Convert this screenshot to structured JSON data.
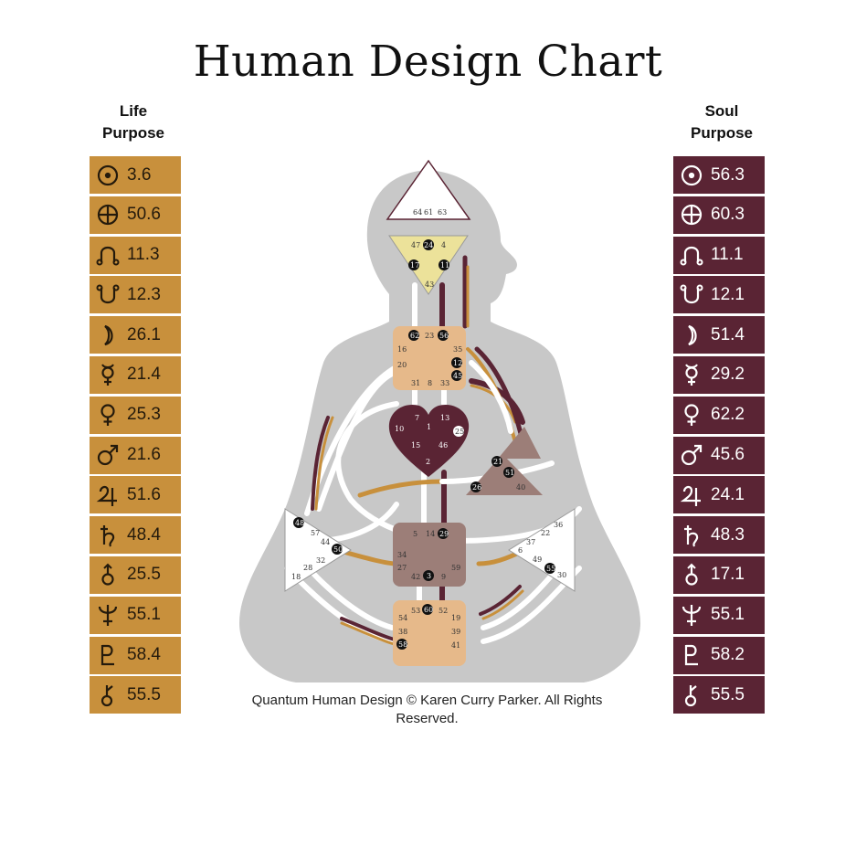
{
  "title": "Human Design Chart",
  "left_header": {
    "line1": "Life",
    "line2": "Purpose"
  },
  "right_header": {
    "line1": "Soul",
    "line2": "Purpose"
  },
  "life_purpose": [
    {
      "icon": "sun-icon",
      "value": "3.6"
    },
    {
      "icon": "earth-icon",
      "value": "50.6"
    },
    {
      "icon": "north-node-icon",
      "value": "11.3"
    },
    {
      "icon": "south-node-icon",
      "value": "12.3"
    },
    {
      "icon": "moon-icon",
      "value": "26.1"
    },
    {
      "icon": "mercury-icon",
      "value": "21.4"
    },
    {
      "icon": "venus-icon",
      "value": "25.3"
    },
    {
      "icon": "mars-icon",
      "value": "21.6"
    },
    {
      "icon": "jupiter-icon",
      "value": "51.6"
    },
    {
      "icon": "saturn-icon",
      "value": "48.4"
    },
    {
      "icon": "uranus-icon",
      "value": "25.5"
    },
    {
      "icon": "neptune-icon",
      "value": "55.1"
    },
    {
      "icon": "pluto-icon",
      "value": "58.4"
    },
    {
      "icon": "chiron-icon",
      "value": "55.5"
    }
  ],
  "soul_purpose": [
    {
      "icon": "sun-icon",
      "value": "56.3"
    },
    {
      "icon": "earth-icon",
      "value": "60.3"
    },
    {
      "icon": "north-node-icon",
      "value": "11.1"
    },
    {
      "icon": "south-node-icon",
      "value": "12.1"
    },
    {
      "icon": "moon-icon",
      "value": "51.4"
    },
    {
      "icon": "mercury-icon",
      "value": "29.2"
    },
    {
      "icon": "venus-icon",
      "value": "62.2"
    },
    {
      "icon": "mars-icon",
      "value": "45.6"
    },
    {
      "icon": "jupiter-icon",
      "value": "24.1"
    },
    {
      "icon": "saturn-icon",
      "value": "48.3"
    },
    {
      "icon": "uranus-icon",
      "value": "17.1"
    },
    {
      "icon": "neptune-icon",
      "value": "55.1"
    },
    {
      "icon": "pluto-icon",
      "value": "58.2"
    },
    {
      "icon": "chiron-icon",
      "value": "55.5"
    }
  ],
  "caption": {
    "line1": "Quantum Human Design © Karen Curry Parker. All Rights",
    "line2": "Reserved."
  },
  "colors": {
    "life_panel": "#c8903c",
    "soul_panel": "#5a2434",
    "silhouette": "#c8c8c8",
    "center_tan": "#e6b98a",
    "center_heart": "#5a2434",
    "center_taupe": "#9c7e78",
    "center_ajna": "#ece29a"
  },
  "gates": {
    "head": [
      "64",
      "61",
      "63"
    ],
    "ajna": [
      "47",
      "24",
      "4",
      "17",
      "11",
      "43"
    ],
    "throat": [
      "62",
      "23",
      "56",
      "16",
      "35",
      "12",
      "20",
      "45",
      "31",
      "8",
      "33"
    ],
    "g": [
      "7",
      "1",
      "13",
      "10",
      "25",
      "15",
      "46",
      "2"
    ],
    "ego": [
      "21",
      "51",
      "26",
      "40"
    ],
    "sacral": [
      "5",
      "14",
      "29",
      "34",
      "27",
      "42",
      "3",
      "9",
      "59"
    ],
    "spleen": [
      "48",
      "57",
      "44",
      "50",
      "32",
      "28",
      "18"
    ],
    "solar_plexus": [
      "36",
      "22",
      "37",
      "6",
      "49",
      "55",
      "30"
    ],
    "root": [
      "53",
      "60",
      "52",
      "54",
      "19",
      "38",
      "39",
      "58",
      "41"
    ]
  }
}
